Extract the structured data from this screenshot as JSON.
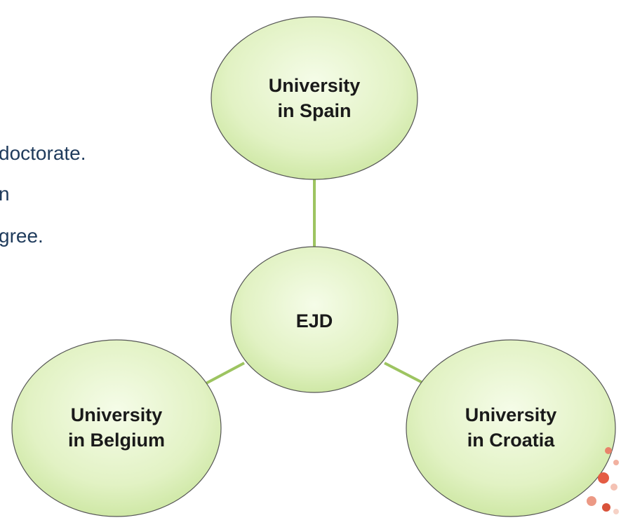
{
  "background_text": {
    "line1": "doctorate.",
    "line2": "n",
    "line3": "gree."
  },
  "diagram": {
    "center": {
      "label": "EJD"
    },
    "nodes": [
      {
        "id": "spain",
        "label": "University\nin Spain"
      },
      {
        "id": "belgium",
        "label": "University\nin Belgium"
      },
      {
        "id": "croatia",
        "label": "University\nin Croatia"
      }
    ],
    "colors": {
      "node_fill_light": "#f3fbe4",
      "node_fill_dark": "#cfe8a6",
      "node_stroke": "#555555",
      "connector": "#9dc461",
      "text": "#1f3b5c"
    }
  }
}
